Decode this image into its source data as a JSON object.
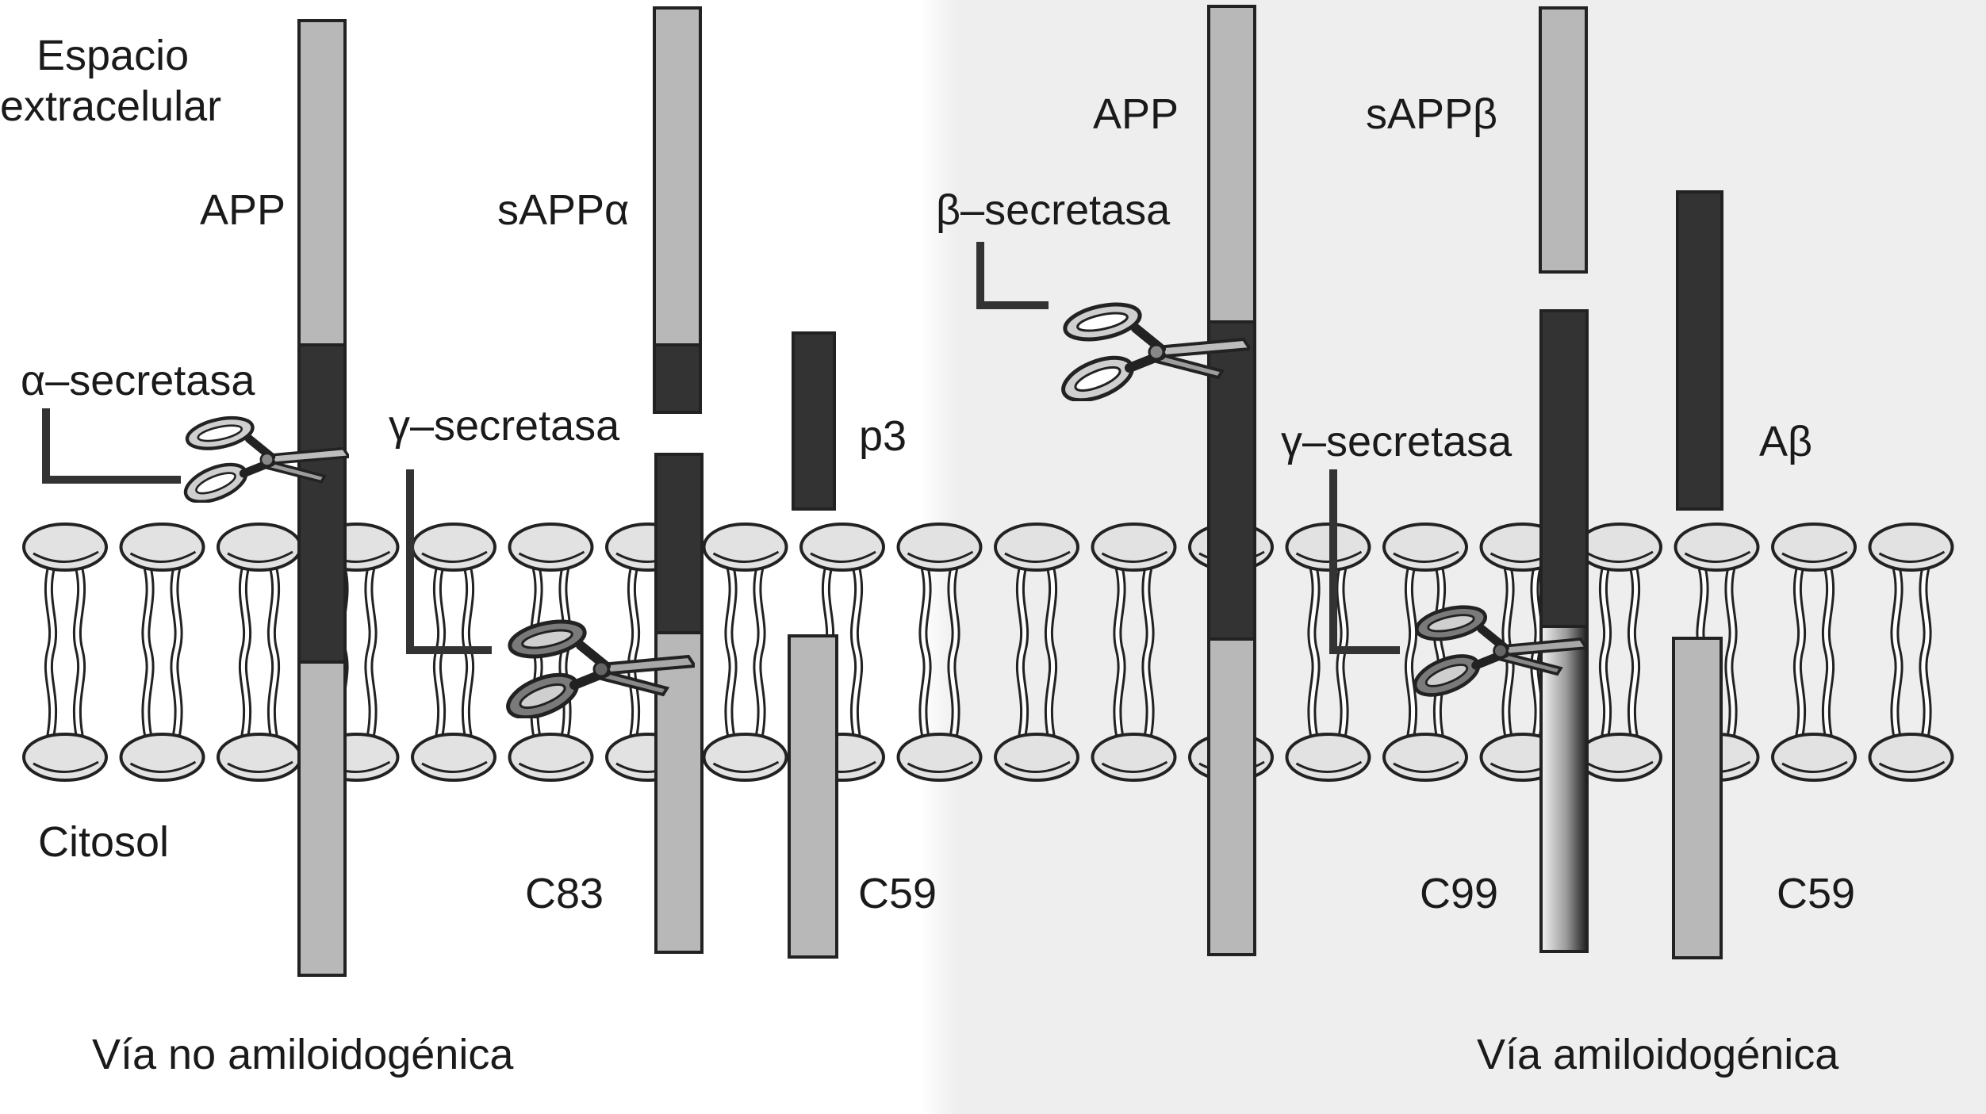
{
  "regions": {
    "extracellular": [
      "Espacio",
      "extracelular"
    ],
    "cytosol": "Citosol"
  },
  "non_amyloidogenic": {
    "pathway": "Vía no amiloidogénica",
    "protein": "APP",
    "alpha_enzyme": "α–secretasa",
    "gamma_enzyme": "γ–secretasa",
    "salpha": "sAPPα",
    "p3": "p3",
    "c83": "C83",
    "c59": "C59"
  },
  "amyloidogenic": {
    "pathway": "Vía amiloidogénica",
    "protein": "APP",
    "beta_enzyme": "β–secretasa",
    "gamma_enzyme": "γ–secretasa",
    "sbeta": "sAPPβ",
    "abeta": "Aβ",
    "c99": "C99",
    "c59": "C59"
  },
  "colors": {
    "background_left": "#ffffff",
    "background_right": "#eeeeee",
    "ectodomain": "#b8b8b8",
    "amyloid_segment": "#333333",
    "membrane_head": "#e2e2e2",
    "outline": "#222222"
  }
}
